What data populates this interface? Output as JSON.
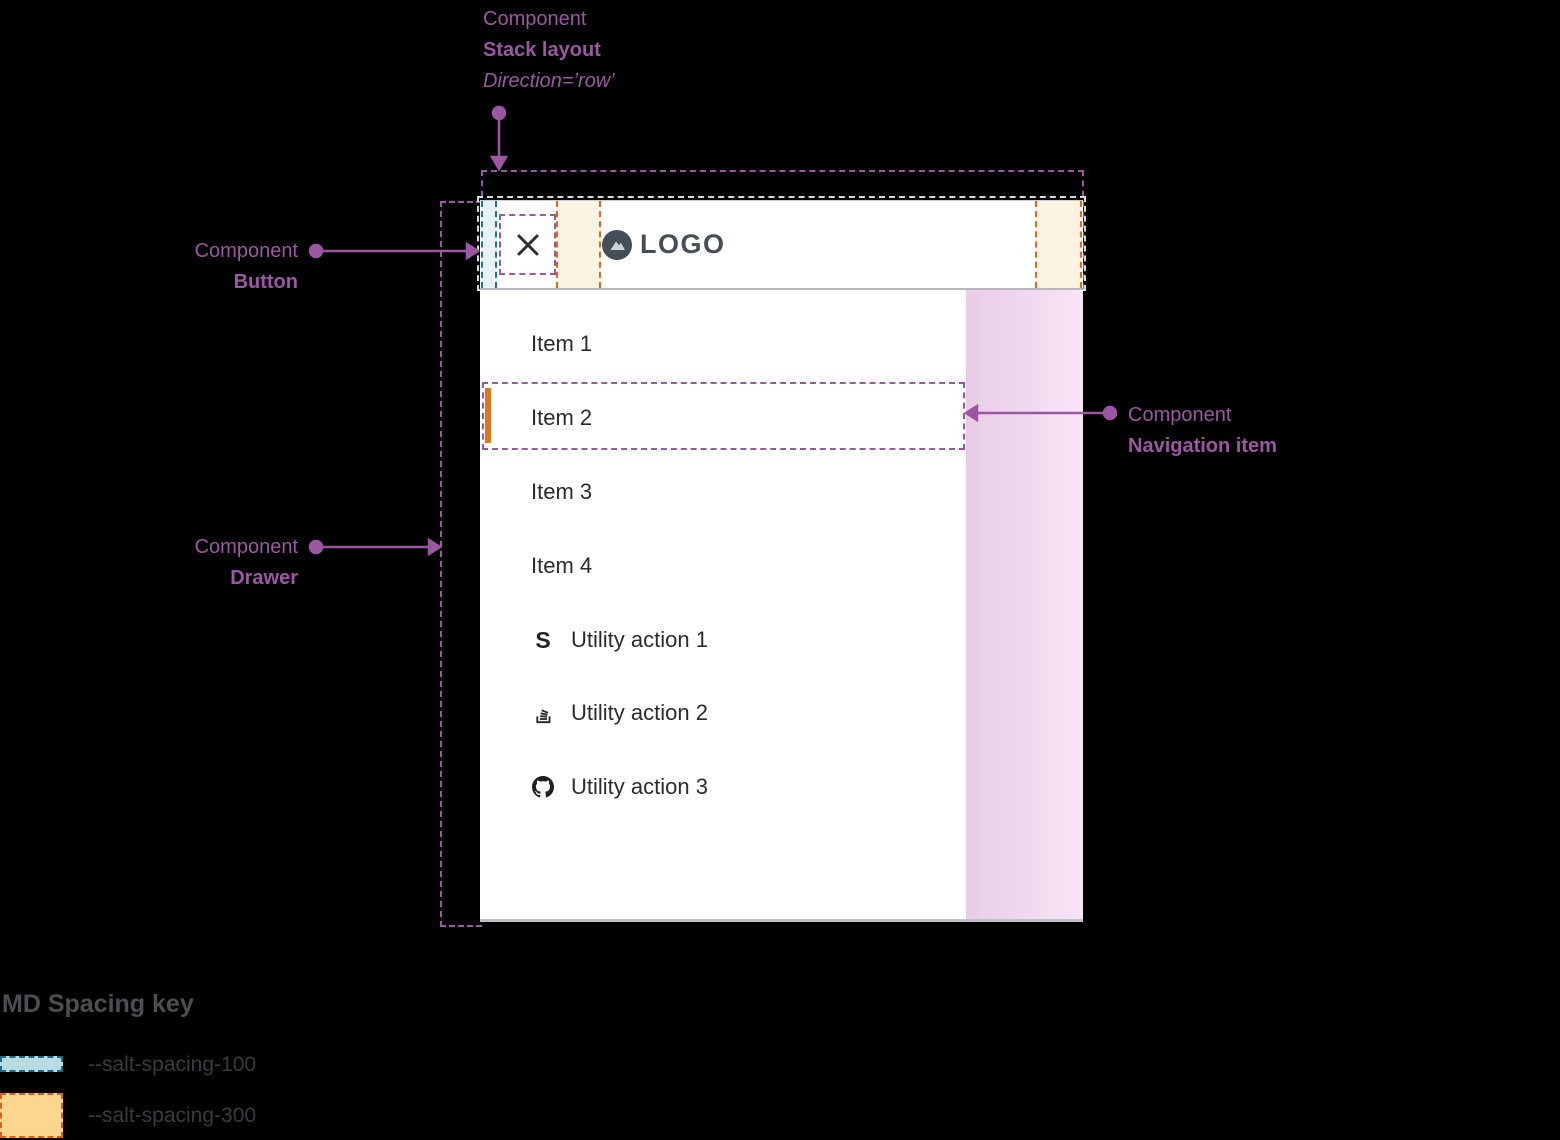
{
  "annotations": {
    "stack_layout": {
      "label": "Component",
      "name": "Stack layout",
      "property": "Direction=’row’"
    },
    "button": {
      "label": "Component",
      "name": "Button"
    },
    "drawer": {
      "label": "Component",
      "name": "Drawer"
    },
    "navigation_item": {
      "label": "Component",
      "name": "Navigation item"
    }
  },
  "app": {
    "logo_text": "LOGO",
    "nav_items": [
      "Item 1",
      "Item 2",
      "Item 3",
      "Item 4"
    ],
    "selected_item": "Item 2",
    "utility_actions": [
      {
        "icon": "salt-s-icon",
        "glyph": "S",
        "label": "Utility action 1"
      },
      {
        "icon": "stackoverflow-icon",
        "label": "Utility action 2"
      },
      {
        "icon": "github-icon",
        "label": "Utility action 3"
      }
    ]
  },
  "spacing_key": {
    "title": "MD Spacing key",
    "entries": [
      {
        "token": "--salt-spacing-100",
        "fill": "#b7dce2",
        "border": "#1d6a7e"
      },
      {
        "token": "--salt-spacing-300",
        "fill": "#fbd68e",
        "border": "#dd5f1e"
      }
    ]
  },
  "colors": {
    "annotation_purple": "#9b57a2",
    "spacing_100_teal": "#1d7689",
    "spacing_300_orange": "#e2661b",
    "active_indicator": "#e4731c",
    "backdrop_pink": "#efd5ed",
    "text_dark": "#2c2c2f",
    "logo_slate": "#454e57"
  }
}
